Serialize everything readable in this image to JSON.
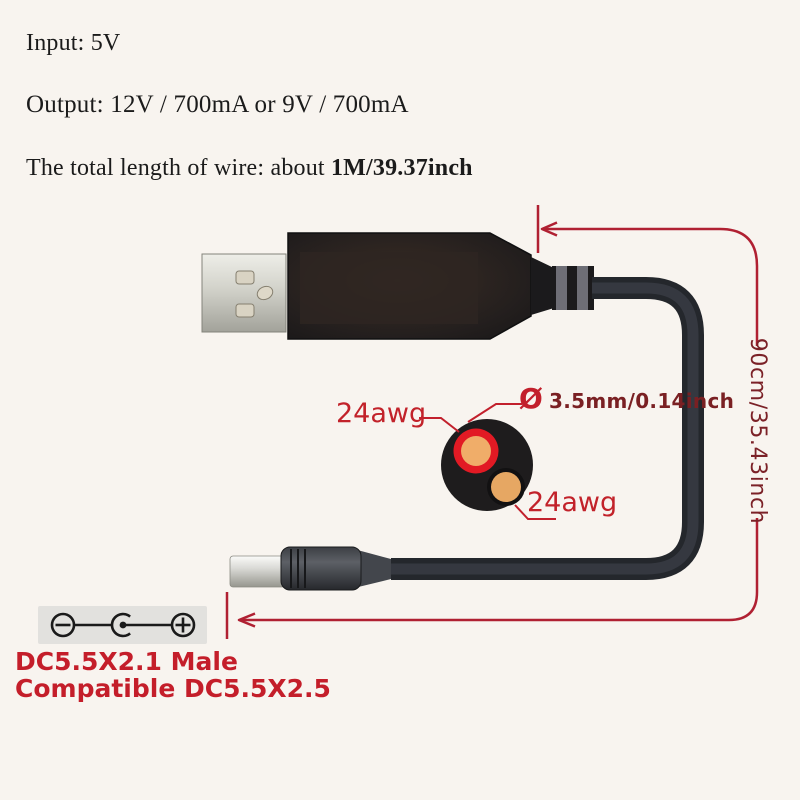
{
  "specs": {
    "input": "Input: 5V",
    "output": "Output: 12V / 700mA or 9V / 700mA",
    "length_prefix": "The total length of wire: about ",
    "length_value": "1M/39.37inch"
  },
  "cross_section": {
    "gauge_top_label": "24awg",
    "gauge_bottom_label": "24awg",
    "diameter_symbol": "Ø",
    "diameter_label": "3.5mm/0.14inch"
  },
  "dimension": {
    "cable_length_label": "90cm/35.43inch"
  },
  "dc_plug": {
    "title": "DC5.5X2.1 Male",
    "subtitle": "Compatible DC5.5X2.5"
  },
  "polarity": {
    "minus_symbol": "-",
    "plus_symbol": "+"
  },
  "colors": {
    "background": "#f8f4ef",
    "accent_red": "#c2222a",
    "dimension_red": "#b02032",
    "dark_red_text": "#7b2127",
    "black_text": "#1b1b1b",
    "wire_red": "#e21a24",
    "wire_copper": "#efae6b"
  }
}
